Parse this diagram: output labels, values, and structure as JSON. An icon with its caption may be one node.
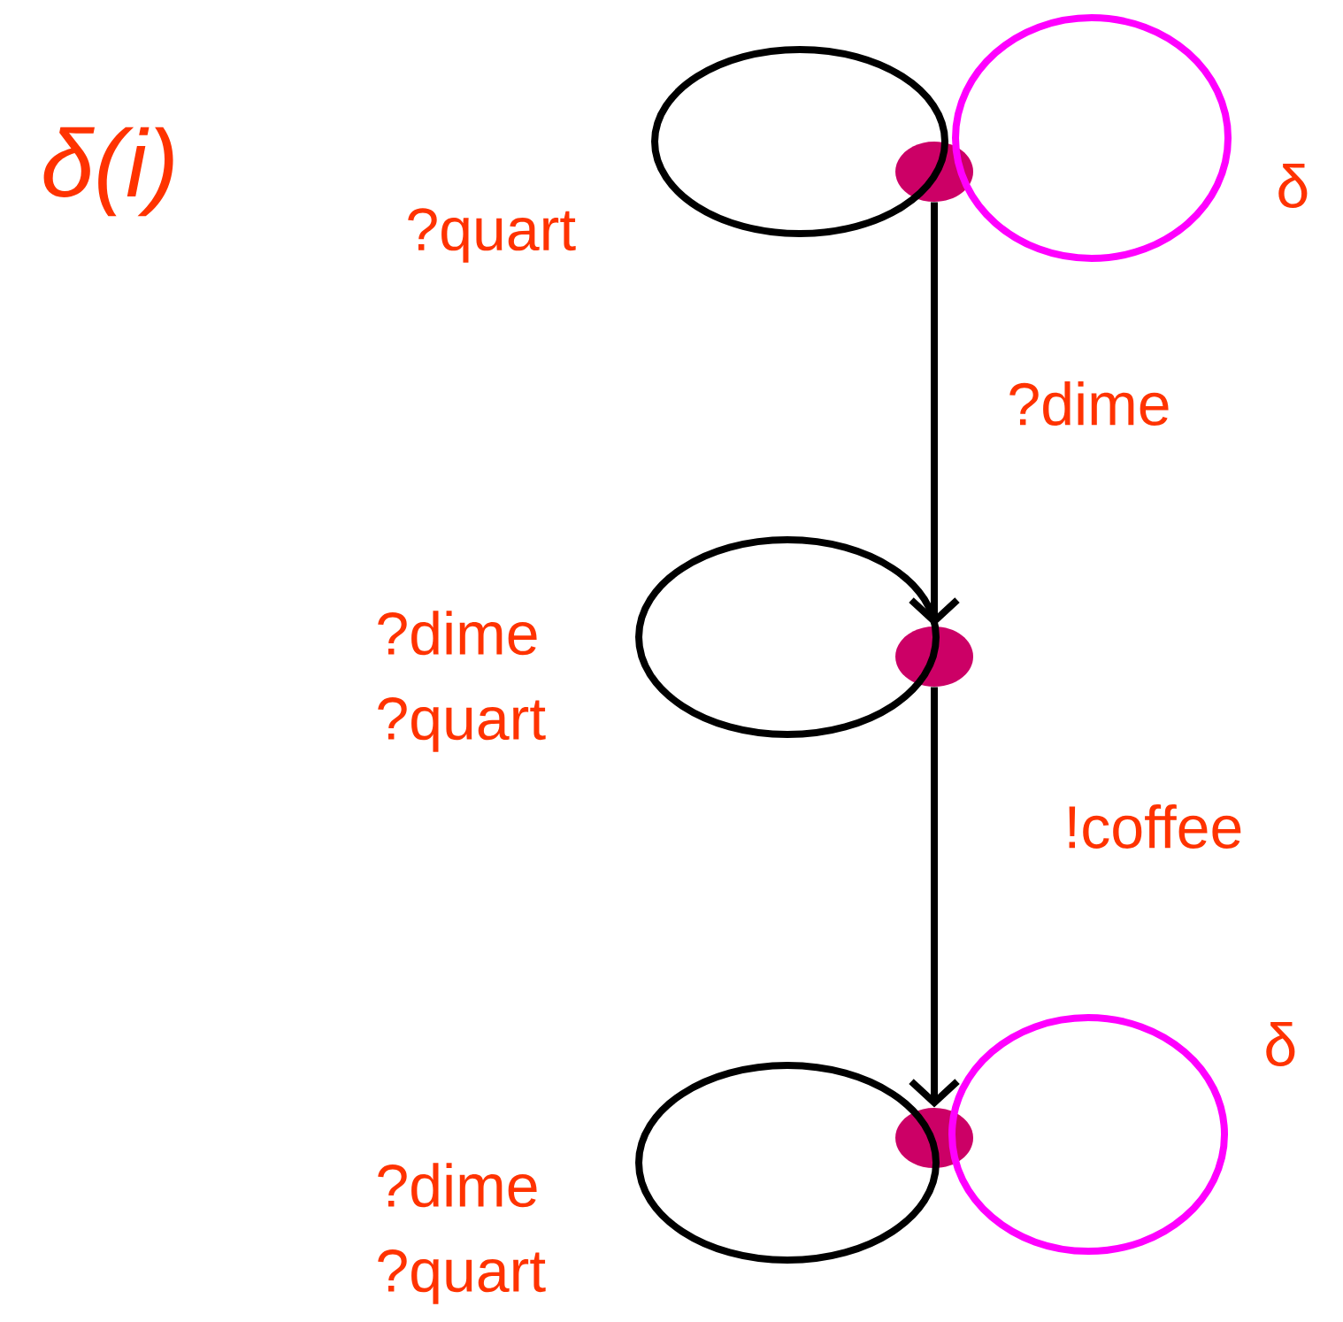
{
  "diagram": {
    "title": "δ(i)",
    "nodes": [
      {
        "text": [],
        "shape": "circle"
      },
      {
        "text": [],
        "shape": "circle"
      },
      {
        "text": [],
        "shape": "circle"
      }
    ],
    "edges": [
      {
        "from": 0,
        "to": 0,
        "arrow": "none",
        "label": "?quart"
      },
      {
        "from": 0,
        "to": 0,
        "arrow": "none",
        "label": "δ",
        "color": "#ff00ff"
      },
      {
        "from": 0,
        "to": 1,
        "arrow": "to",
        "label": "?dime"
      },
      {
        "from": 1,
        "to": 1,
        "arrow": "none",
        "label": "?dime ?quart"
      },
      {
        "from": 1,
        "to": 2,
        "arrow": "to",
        "label": "!coffee"
      },
      {
        "from": 2,
        "to": 2,
        "arrow": "none",
        "label": "?dime ?quart"
      },
      {
        "from": 2,
        "to": 2,
        "arrow": "none",
        "label": "δ",
        "color": "#ff00ff"
      }
    ]
  }
}
